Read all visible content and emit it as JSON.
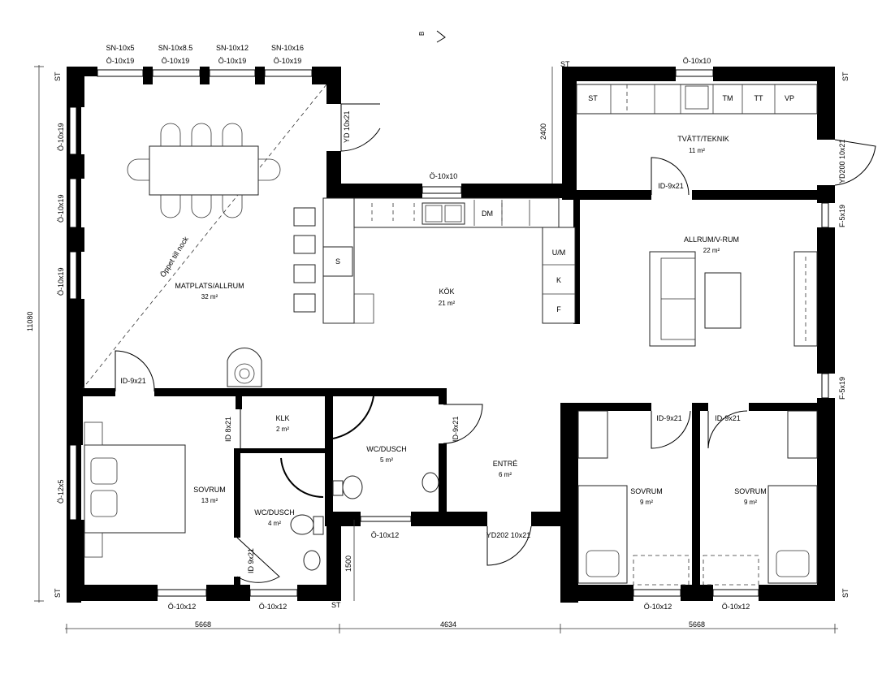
{
  "north_marker": "B",
  "rooms": [
    {
      "id": "matplats",
      "name": "MATPLATS/ALLRUM",
      "area": "32 m²"
    },
    {
      "id": "kok",
      "name": "KÖK",
      "area": "21 m²"
    },
    {
      "id": "tvatt",
      "name": "TVÄTT/TEKNIK",
      "area": "11 m²"
    },
    {
      "id": "allrum",
      "name": "ALLRUM/V-RUM",
      "area": "22 m²"
    },
    {
      "id": "klk",
      "name": "KLK",
      "area": "2 m²"
    },
    {
      "id": "wc1",
      "name": "WC/DUSCH",
      "area": "5 m²"
    },
    {
      "id": "entre",
      "name": "ENTRÉ",
      "area": "6 m²"
    },
    {
      "id": "sovrum1",
      "name": "SOVRUM",
      "area": "13 m²"
    },
    {
      "id": "wc2",
      "name": "WC/DUSCH",
      "area": "4 m²"
    },
    {
      "id": "sovrum2",
      "name": "SOVRUM",
      "area": "9 m²"
    },
    {
      "id": "sovrum3",
      "name": "SOVRUM",
      "area": "9 m²"
    }
  ],
  "top_window_labels": [
    {
      "a": "SN-10x5",
      "b": "Ö-10x19"
    },
    {
      "a": "SN-10x8.5",
      "b": "Ö-10x19"
    },
    {
      "a": "SN-10x12",
      "b": "Ö-10x19"
    },
    {
      "a": "SN-10x16",
      "b": "Ö-10x19"
    }
  ],
  "labels": {
    "o10x10_top": "Ö-10x10",
    "o10x10_kitchen": "Ö-10x10",
    "yd10x21": "YD 10x21",
    "yd200": "YD200 10x21",
    "f5x19_a": "F-5x19",
    "f5x19_b": "F-5x19",
    "id9x21_tvatt": "ID-9x21",
    "id9x21_sov": "ID-9x21",
    "id9x21_wc": "ID-9x21",
    "id9x21_s2": "ID-9x21",
    "id9x21_s3": "ID-9x21",
    "id8x21": "ID 8x21",
    "id9x21_wc2": "ID 9x21",
    "o10x19_l1": "Ö-10x19",
    "o10x19_l2": "Ö-10x19",
    "o10x19_l3": "Ö-10x19",
    "o12x5": "Ö-12x5",
    "o10x12_b1": "Ö-10x12",
    "o10x12_b2": "Ö-10x12",
    "o10x12_b3": "Ö-10x12",
    "o10x12_b4": "Ö-10x12",
    "o10x12_b5": "Ö-10x12",
    "yd202": "YD202 10x21",
    "oppet": "Öppet till nock",
    "st": "ST",
    "kitchen_s": "S",
    "kitchen_dm": "DM",
    "kitchen_um": "U/M",
    "kitchen_k": "K",
    "kitchen_f": "F",
    "tv_st": "ST",
    "tv_tm": "TM",
    "tv_tt": "TT",
    "tv_vp": "VP"
  },
  "dimensions": {
    "bottom": [
      "5668",
      "4634",
      "5668"
    ],
    "left": "11080",
    "tvatt_height": "2400",
    "wc_height": "1500"
  }
}
